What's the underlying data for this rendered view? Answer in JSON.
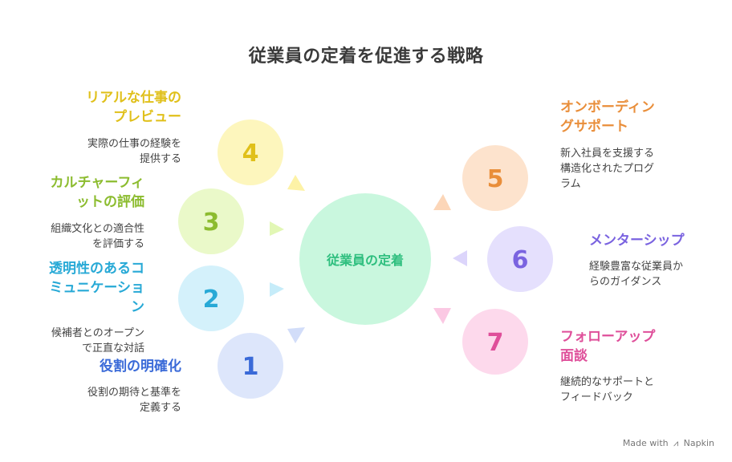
{
  "title": "従業員の定着を促進する戦略",
  "center": {
    "label": "従業員の定着",
    "fill": "#c9f7de"
  },
  "items": [
    {
      "number": "1",
      "heading": "役割の明確化",
      "description": [
        "役割の期待と基準を",
        "定義する"
      ],
      "color": "#3a6ad8",
      "fill": "#dde6fb"
    },
    {
      "number": "2",
      "heading": "透明性のあるコ",
      "heading2": "ミュニケーショ",
      "heading3": "ン",
      "description": [
        "候補者とのオープン",
        "で正直な対話"
      ],
      "color": "#27a9d6",
      "fill": "#d4f1fb"
    },
    {
      "number": "3",
      "heading": "カルチャーフィ",
      "heading2": "ットの評価",
      "description": [
        "組織文化との適合性",
        "を評価する"
      ],
      "color": "#8cbc2f",
      "fill": "#eaf9c9"
    },
    {
      "number": "4",
      "heading": "リアルな仕事の",
      "heading2": "プレビュー",
      "description": [
        "実際の仕事の経験を",
        "提供する"
      ],
      "color": "#e0c01a",
      "fill": "#fdf6bd"
    },
    {
      "number": "5",
      "heading": "オンボーディン",
      "heading2": "グサポート",
      "description": [
        "新入社員を支援する",
        "構造化されたプログ",
        "ラム"
      ],
      "color": "#e98e3a",
      "fill": "#fde3cd"
    },
    {
      "number": "6",
      "heading": "メンターシップ",
      "description": [
        "経験豊富な従業員か",
        "らのガイダンス"
      ],
      "color": "#7a63e0",
      "fill": "#e5e0fd"
    },
    {
      "number": "7",
      "heading": "フォローアップ",
      "heading2": "面談",
      "description": [
        "継続的なサポートと",
        "フィードバック"
      ],
      "color": "#df4f9a",
      "fill": "#fdd9ec"
    }
  ],
  "footer": {
    "made_with": "Made with",
    "brand": "Napkin"
  }
}
